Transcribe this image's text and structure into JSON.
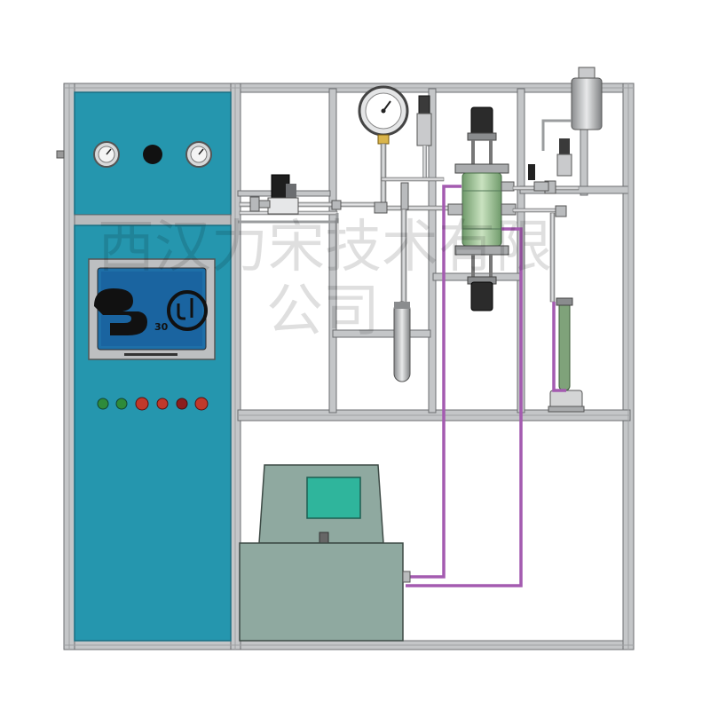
{
  "diagram": {
    "control_cabinet": {
      "hmi_screen": {
        "page_number": "30"
      },
      "indicator_lights": [
        {
          "color": "#2e8b3a"
        },
        {
          "color": "#2e8b3a"
        },
        {
          "color": "#c0392b"
        },
        {
          "color": "#c0392b"
        },
        {
          "color": "#8b1e1e"
        },
        {
          "color": "#c0392b"
        }
      ]
    },
    "watermark": {
      "line1": "西汉力宋技术有限",
      "line2": "公司"
    },
    "colors": {
      "cabinet": "#2596ae",
      "frame": "#c4c6c8",
      "tubing_purple": "#a45bb0",
      "chiller_body": "#8fa9a0",
      "chiller_screen": "#2fb59c"
    }
  }
}
